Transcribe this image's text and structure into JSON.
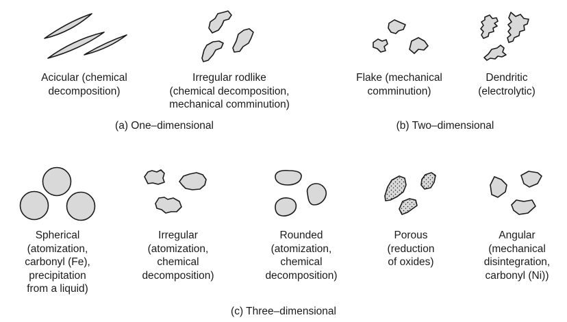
{
  "one_dimensional": {
    "label": "(a) One–dimensional",
    "acicular": [
      "Acicular (chemical",
      "decomposition)"
    ],
    "irregular_rodlike": [
      "Irregular rodlike",
      "(chemical decomposition,",
      "mechanical comminution)"
    ]
  },
  "two_dimensional": {
    "label": "(b) Two–dimensional",
    "flake": [
      "Flake (mechanical",
      "comminution)"
    ],
    "dendritic": [
      "Dendritic",
      "(electrolytic)"
    ]
  },
  "three_dimensional": {
    "label": "(c) Three–dimensional",
    "spherical": [
      "Spherical",
      "(atomization,",
      "carbonyl (Fe),",
      "precipitation",
      "from a liquid)"
    ],
    "irregular": [
      "Irregular",
      "(atomization,",
      "chemical",
      "decomposition)"
    ],
    "rounded": [
      "Rounded",
      "(atomization,",
      "chemical",
      "decomposition)"
    ],
    "porous": [
      "Porous",
      "(reduction",
      "of oxides)"
    ],
    "angular": [
      "Angular",
      "(mechanical",
      "disintegration,",
      "carbonyl (Ni))"
    ]
  }
}
